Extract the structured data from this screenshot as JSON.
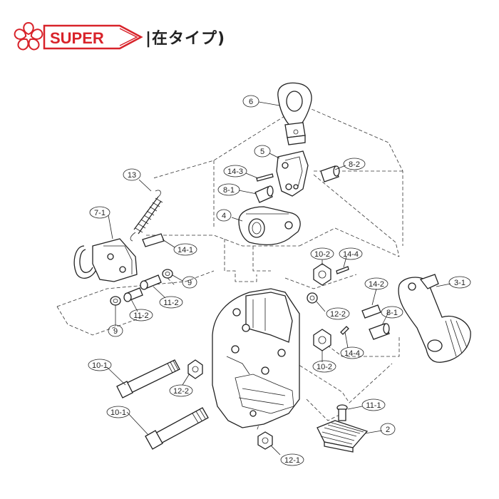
{
  "header": {
    "brand": "SUPER",
    "title": "|在タイプ)",
    "colors": {
      "brand": "#d8232a"
    }
  },
  "diagram": {
    "callouts": {
      "p6": "6",
      "p5": "5",
      "p8_2": "8-2",
      "p14_3": "14-3",
      "p8_1a": "8-1",
      "p13": "13",
      "p4": "4",
      "p7_1": "7-1",
      "p14_1": "14-1",
      "p10_2a": "10-2",
      "p14_4a": "14-4",
      "p9a": "9",
      "p11_2a": "11-2",
      "p12_2a": "12-2",
      "p14_2": "14-2",
      "p3_1": "3-1",
      "p8_1b": "8-1",
      "p11_2b": "11-2",
      "p9b": "9",
      "p14_4b": "14-4",
      "p10_2b": "10-2",
      "p10_1a": "10-1",
      "p12_2b": "12-2",
      "p11_1": "11-1",
      "p10_1b": "10-1",
      "p2": "2",
      "p12_1": "12-1"
    }
  }
}
